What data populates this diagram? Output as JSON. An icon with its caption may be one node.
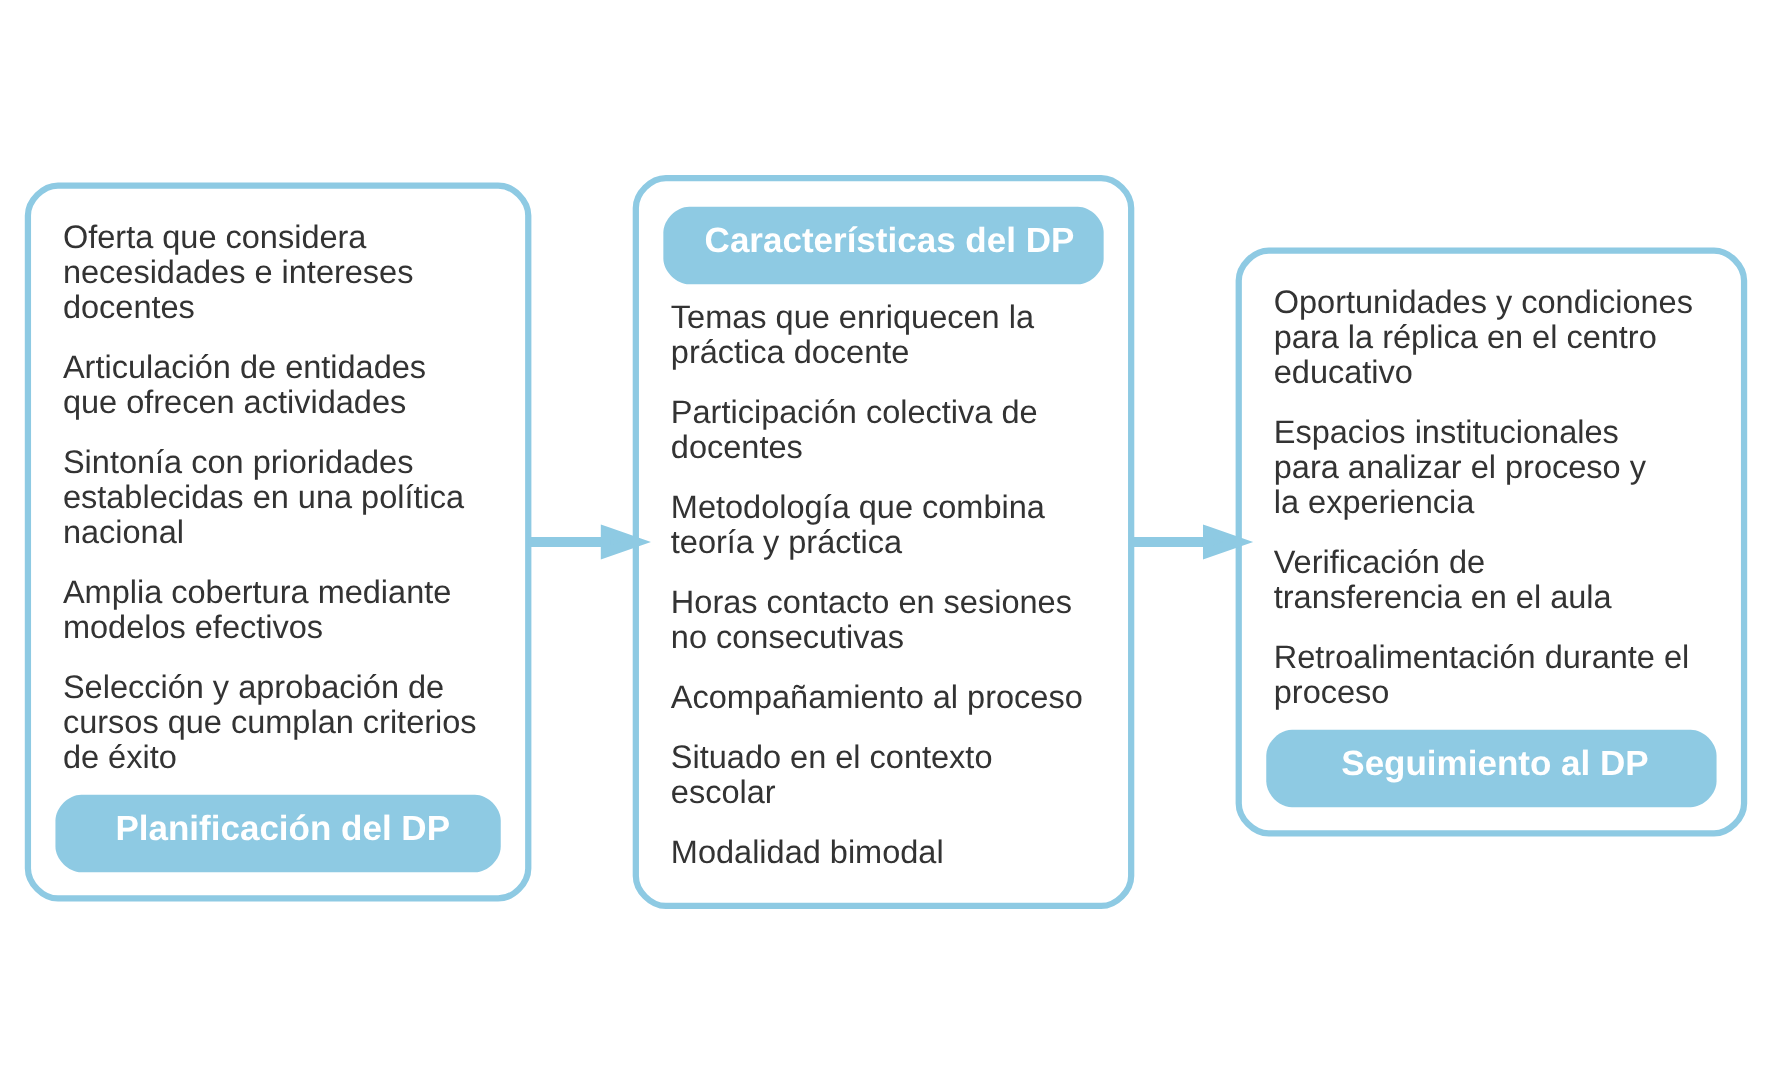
{
  "diagram": {
    "nodes": [
      {
        "text": [
          "Oferta que considera necesidades e intereses docentes",
          "Articulación de entidades que ofrecen actividades",
          "Sintonía con prioridades establecidas en una política nacional",
          "Amplia cobertura mediante modelos efectivos",
          "Selección y aprobación de cursos que cumplan criterios de éxito",
          "Planificación del DP"
        ]
      },
      {
        "text": [
          "Características del DP",
          "Temas que enriquecen la práctica docente",
          "Participación colectiva de docentes",
          "Metodología que combina teoría y práctica",
          "Horas contacto en sesiones no consecutivas",
          "Acompañamiento al proceso",
          "Situado en el contexto escolar",
          "Modalidad bimodal"
        ]
      },
      {
        "text": [
          "Oportunidades y condiciones para la réplica en el centro educativo",
          "Espacios institucionales para analizar el proceso y la experiencia",
          "Verificación de transferencia en el aula",
          "Retroalimentación durante el proceso",
          "Seguimiento al DP"
        ]
      }
    ],
    "edges": [
      {
        "from": 0,
        "to": 1,
        "arrow": "to"
      },
      {
        "from": 1,
        "to": 2,
        "arrow": "to"
      }
    ]
  }
}
